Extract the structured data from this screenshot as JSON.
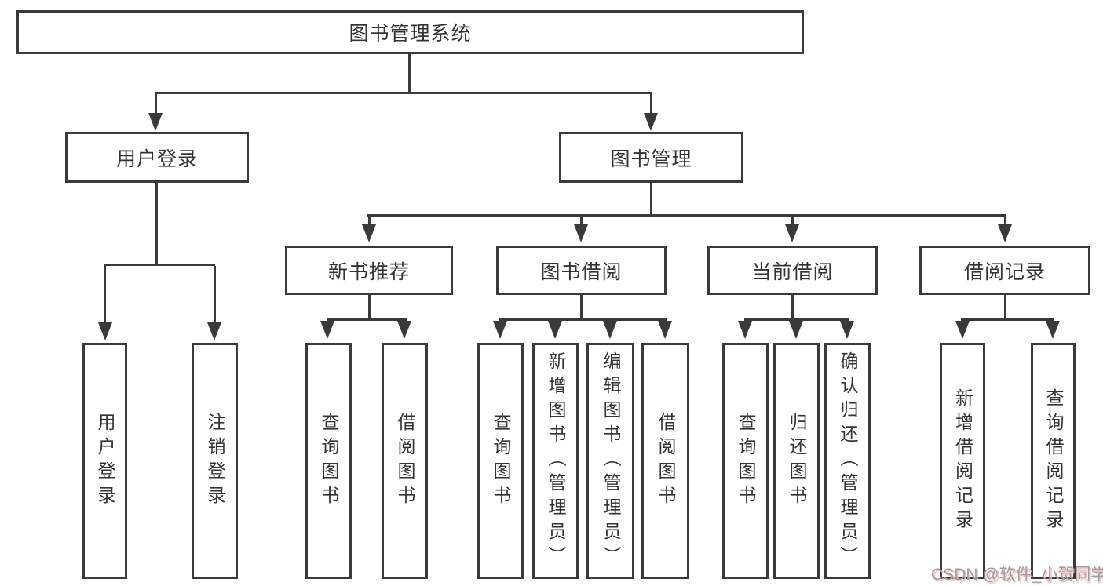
{
  "diagram": {
    "title": "图书管理系统",
    "branches": {
      "user_login": "用户登录",
      "book_mgmt": "图书管理"
    },
    "modules": [
      "新书推荐",
      "图书借阅",
      "当前借阅",
      "借阅记录"
    ],
    "leaves": {
      "user": [
        "用户登录",
        "注销登录"
      ],
      "recommend": [
        "查询图书",
        "借阅图书"
      ],
      "borrow": [
        "查询图书",
        "新增图书（管理员）",
        "编辑图书（管理员）",
        "借阅图书"
      ],
      "current": [
        "查询图书",
        "归还图书",
        "确认归还（管理员）"
      ],
      "records": [
        "新增借阅记录",
        "查询借阅记录"
      ]
    },
    "watermark": "CSDN @软件_小贺同学",
    "colors": {
      "line": "#3a3a3a",
      "text": "#333333",
      "background": "#ffffff",
      "watermark_gray": "#9e9e9e",
      "watermark_pink": "#f2b9b9"
    }
  }
}
